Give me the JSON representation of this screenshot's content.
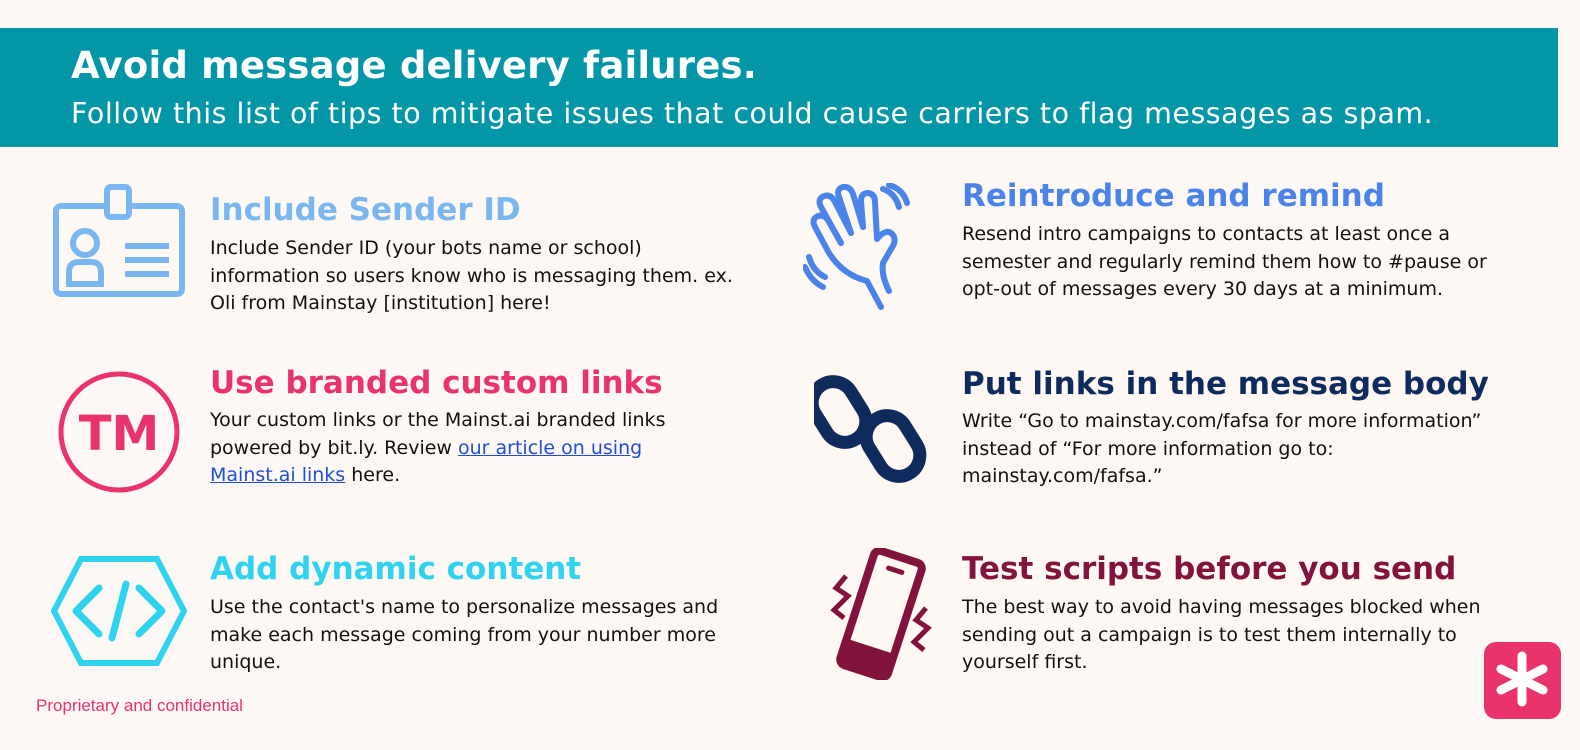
{
  "banner": {
    "title": "Avoid message delivery failures.",
    "subtitle": "Follow this list of tips to mitigate issues that could cause carriers to flag messages as spam."
  },
  "colors": {
    "banner": "#0396a6",
    "background": "#fdf8f3",
    "sender_id": "#7ab6f0",
    "branded_links": "#e8336b",
    "dynamic_content": "#2ed3f0",
    "reintroduce": "#4a84e8",
    "links_body": "#0f2a5c",
    "test_scripts": "#82133c",
    "link": "#1f4fd8"
  },
  "tips": {
    "sender_id": {
      "icon": "id-badge-icon",
      "title": "Include Sender ID",
      "body": "Include Sender ID (your bots name or school) information so users know who is messaging them. ex. Oli from Mainstay [institution] here!"
    },
    "branded_links": {
      "icon": "trademark-icon",
      "title": "Use branded custom links",
      "body_before": "Your custom links or the Mainst.ai branded links powered by bit.ly. Review ",
      "link_text": "our article on using Mainst.ai links",
      "body_after": " here."
    },
    "dynamic_content": {
      "icon": "code-icon",
      "title": "Add dynamic content",
      "body": "Use the contact's name to personalize messages and make each message coming from your number more unique."
    },
    "reintroduce": {
      "icon": "waving-hand-icon",
      "title": "Reintroduce and remind",
      "body": "Resend intro campaigns to contacts at least once a semester and regularly remind them how to #pause or opt-out of messages every 30 days at a minimum."
    },
    "links_body": {
      "icon": "chain-link-icon",
      "title": "Put links in the message body",
      "body": "Write “Go to mainstay.com/fafsa for more information” instead of “For more information go to: mainstay.com/fafsa.”"
    },
    "test_scripts": {
      "icon": "vibrating-phone-icon",
      "title": "Test scripts before you send",
      "body": "The best way to avoid having messages blocked when sending out a campaign is to test them internally to yourself first."
    }
  },
  "footer": {
    "text": "Proprietary and confidential",
    "logo": "mainstay-asterisk-logo"
  }
}
